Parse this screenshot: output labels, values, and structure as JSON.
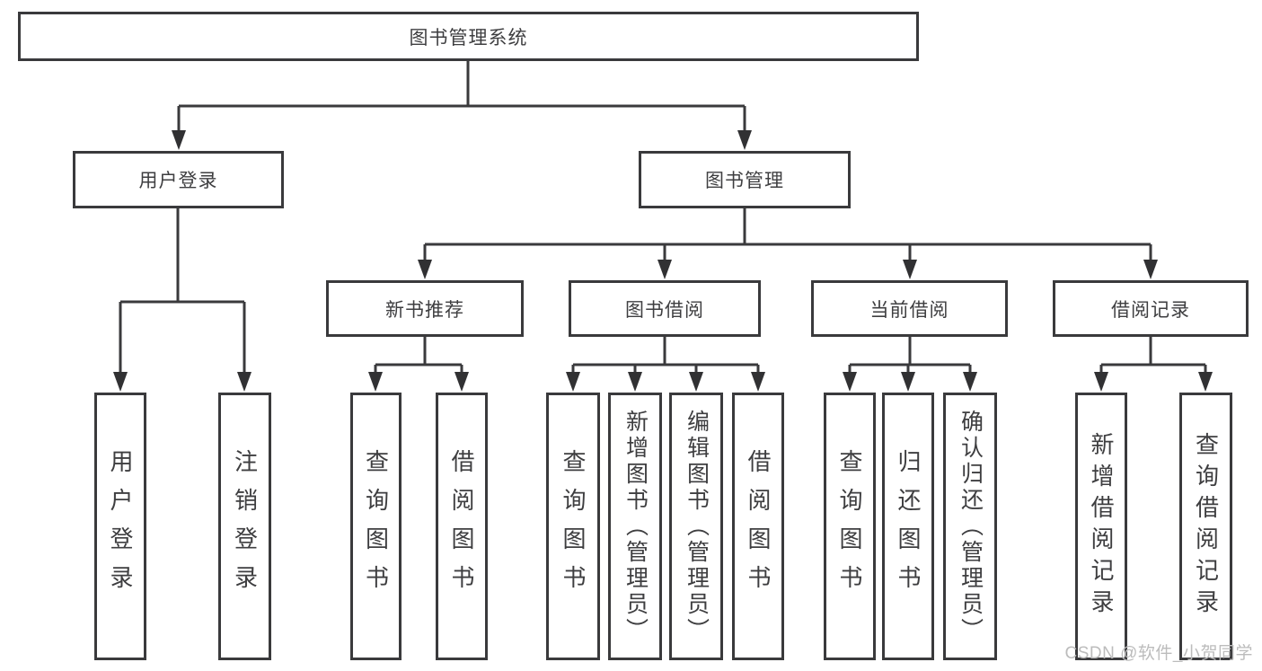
{
  "hierarchy": {
    "root": "图书管理系统",
    "user_login": {
      "label": "用户登录",
      "children": [
        "用户登录",
        "注销登录"
      ]
    },
    "book_management": {
      "label": "图书管理",
      "sections": [
        {
          "label": "新书推荐",
          "children": [
            "查询图书",
            "借阅图书"
          ]
        },
        {
          "label": "图书借阅",
          "children": [
            "查询图书",
            "新增图书（管理员）",
            "编辑图书（管理员）",
            "借阅图书"
          ]
        },
        {
          "label": "当前借阅",
          "children": [
            "查询图书",
            "归还图书",
            "确认归还（管理员）"
          ]
        },
        {
          "label": "借阅记录",
          "children": [
            "新增借阅记录",
            "查询借阅记录"
          ]
        }
      ]
    }
  },
  "watermark": "CSDN @软件_小贺同学",
  "colors": {
    "line": "#3a3a3c",
    "box_border": "#3a3a3c",
    "text": "#3e3e40",
    "watermark": "#bcbcbc",
    "background": "#ffffff"
  }
}
